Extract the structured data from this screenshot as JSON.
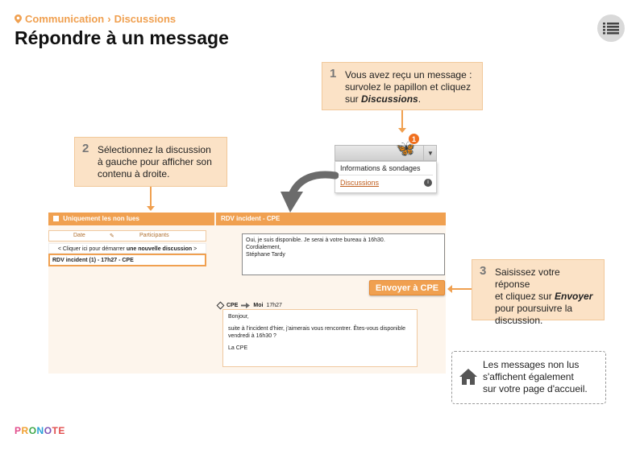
{
  "breadcrumb": {
    "section": "Communication",
    "separator": "›",
    "page": "Discussions"
  },
  "title": "Répondre à un message",
  "callouts": {
    "c1": {
      "num": "1",
      "line1": "Vous avez reçu un message :",
      "line2": "survolez le papillon et cliquez",
      "line3_pre": "sur ",
      "line3_em": "Discussions",
      "line3_post": "."
    },
    "c2": {
      "num": "2",
      "line1": "Sélectionnez la discussion",
      "line2": "à gauche pour afficher son",
      "line3": "contenu à droite."
    },
    "c3": {
      "num": "3",
      "line1": "Saisissez votre réponse",
      "line2_pre": "et cliquez sur ",
      "line2_em": "Envoyer",
      "line3": "pour poursuivre la",
      "line4": "discussion."
    }
  },
  "butterfly_menu": {
    "badge": "1",
    "item1": "Informations & sondages",
    "item2": "Discussions",
    "info": "i"
  },
  "panel": {
    "left_header": "Uniquement les non lues",
    "right_header": "RDV incident - CPE",
    "col_date": "Date",
    "col_icon": "✎",
    "col_participants": "Participants",
    "new_discussion_pre": "< Cliquer ici pour démarrer ",
    "new_discussion_bold": "une nouvelle discussion",
    "new_discussion_post": " >",
    "selected_row": "RDV incident  (1)  - 17h27 - CPE",
    "reply_text": "Oui, je suis disponible. Je serai à votre bureau à 16h30.\nCordialement,\nStéphane Tardy",
    "send_label": "Envoyer à CPE",
    "msg_from": "CPE",
    "msg_to": "Moi",
    "msg_time": "17h27",
    "msg_line1": "Bonjour,",
    "msg_line2": "suite à l'incident d'hier, j'aimerais vous rencontrer. Êtes-vous disponible vendredi à 16h30 ?",
    "msg_line3": "La CPE"
  },
  "note": {
    "line1": "Les messages non lus",
    "line2": "s'affichent également",
    "line3": "sur votre page d'accueil."
  },
  "logo": {
    "p1": "P",
    "p2": "R",
    "p3": "O",
    "p4": "N",
    "p5": "O",
    "p6": "TE"
  },
  "colors": {
    "accent": "#f0a050",
    "callout_bg": "#fbe2c6",
    "arrow": "#6b6b6b"
  }
}
